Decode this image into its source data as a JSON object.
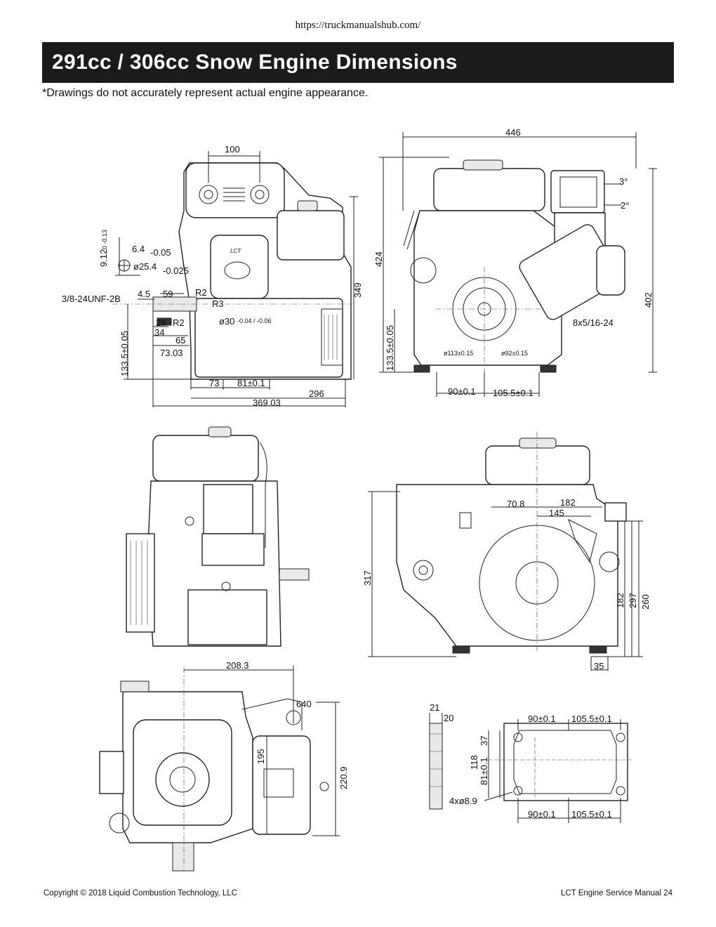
{
  "header": {
    "url": "https://truckmanualshub.com/",
    "title": "291cc / 306cc Snow Engine Dimensions",
    "note": "*Drawings do not accurately represent actual engine appearance."
  },
  "views": {
    "side_view": {
      "dims": {
        "d100": "100",
        "d912": "9.12",
        "d912_tol": "0\n-0.13",
        "d64": "6.4",
        "d64_tol": "-0.05",
        "d254": "ø25.4",
        "d254_tol": "-0.025",
        "thread": "3/8-24UNF-2B",
        "d45": "4.5",
        "d59": "59",
        "r2a": "R2",
        "r3": "R3",
        "d28": "28",
        "r2b": "R2",
        "d34": "34",
        "d30": "ø30",
        "d30_tol": "-0.04 / -0.06",
        "d65": "65",
        "d7303": "73.03",
        "d1335": "133.5±0.05",
        "d349": "349",
        "d73": "73",
        "d81": "81±0.1",
        "d296": "296",
        "d36903": "369.03"
      }
    },
    "front_view": {
      "dims": {
        "d446": "446",
        "d424": "424",
        "d3deg": "3°",
        "d2deg": "2°",
        "d402": "402",
        "bolt": "8x5/16-24",
        "d1335": "133.5±0.05",
        "d113": "ø113±0.15",
        "d92": "ø92±0.15",
        "d90": "90±0.1",
        "d1055": "105.5±0.1"
      }
    },
    "rear_view": {
      "dims": {
        "d708": "70.8",
        "d182a": "182",
        "d145": "145",
        "d317": "317",
        "d182b": "182",
        "d297": "297",
        "d260": "260",
        "d35": "35"
      }
    },
    "top_view": {
      "dims": {
        "d2083": "208.3",
        "d640": "640",
        "d195": "195",
        "d2209": "220.9"
      }
    },
    "base_view": {
      "dims": {
        "d21": "21",
        "d20": "20",
        "d90a": "90±0.1",
        "d1055a": "105.5±0.1",
        "d37": "37",
        "d118": "118",
        "d81": "81±0.1",
        "holes": "4xø8.9",
        "d90b": "90±0.1",
        "d1055b": "105.5±0.1"
      }
    }
  },
  "footer": {
    "copyright": "Copyright © 2018 Liquid Combustion Technology, LLC",
    "page": "LCT Engine Service Manual  24"
  }
}
